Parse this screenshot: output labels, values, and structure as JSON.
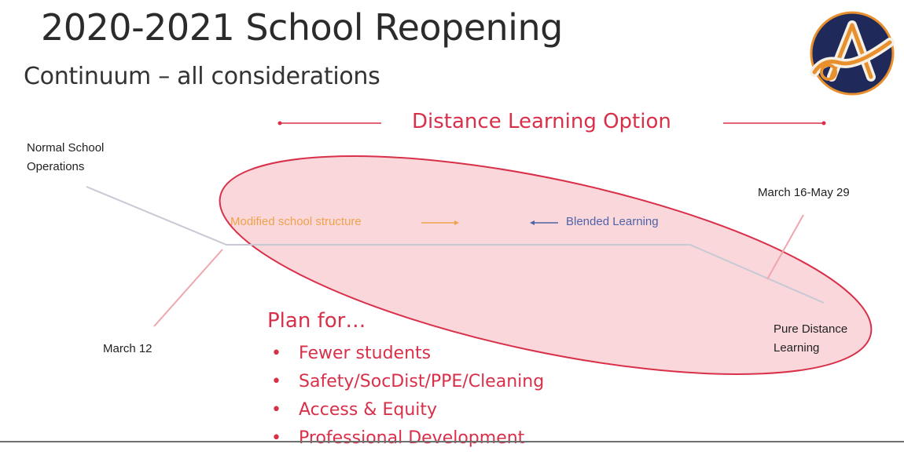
{
  "slide": {
    "title": "2020-2021 School Reopening",
    "subtitle": "Continuum – all considerations",
    "distance_option": "Distance Learning Option",
    "normal_ops": [
      "Normal School",
      "Operations"
    ],
    "modified": "Modified school structure",
    "blended": "Blended Learning",
    "march16": "March 16-May 29",
    "march12": "March 12",
    "pure_distance": [
      "Pure Distance",
      "Learning"
    ],
    "plan_for": "Plan for…",
    "bullets": [
      "Fewer students",
      "Safety/SocDist/PPE/Cleaning",
      "Access & Equity",
      "Professional Development"
    ]
  },
  "colors": {
    "accent_red": "#d9304a",
    "ellipse_fill": "#f7c9cf",
    "orange": "#f0a24a",
    "blue": "#4f63a8",
    "logo_navy": "#1f2a5a",
    "logo_orange": "#e8902e"
  },
  "logo": {
    "icon": "school-logo-a"
  }
}
